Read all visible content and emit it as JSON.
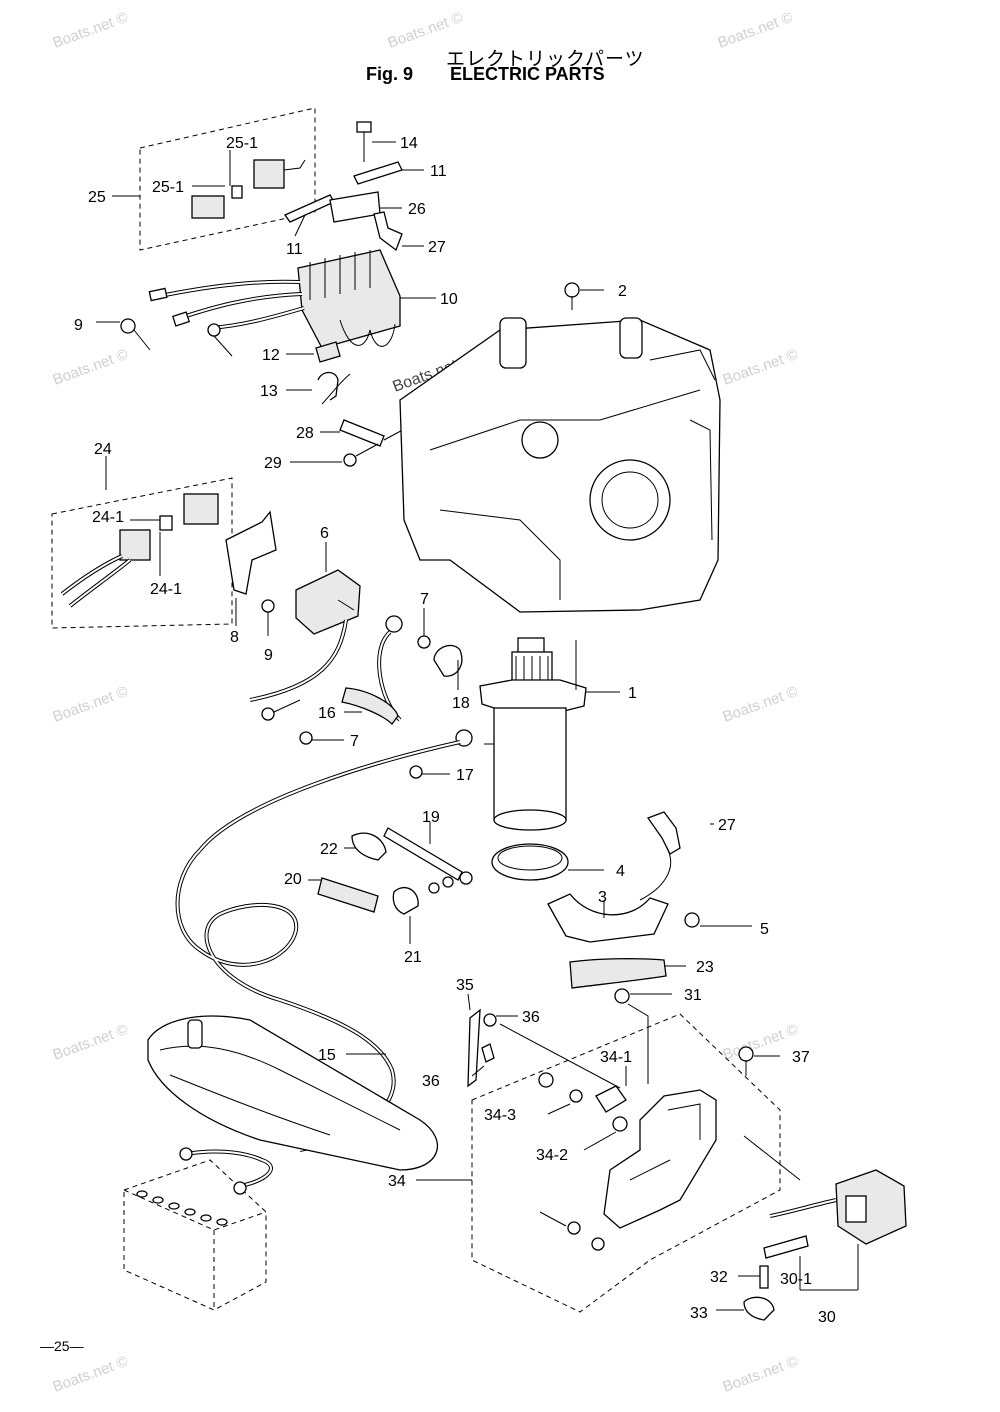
{
  "header": {
    "title_jp": "エレクトリックパーツ",
    "fig_label": "Fig. 9",
    "title_en": "ELECTRIC PARTS"
  },
  "page_number": "―25―",
  "watermark": "Boats.net ©",
  "callouts": {
    "c1": "1",
    "c2": "2",
    "c3": "3",
    "c4": "4",
    "c5": "5",
    "c6": "6",
    "c7a": "7",
    "c7b": "7",
    "c8": "8",
    "c9a": "9",
    "c9b": "9",
    "c10": "10",
    "c11a": "11",
    "c11b": "11",
    "c12": "12",
    "c13": "13",
    "c14": "14",
    "c15": "15",
    "c16": "16",
    "c17": "17",
    "c18": "18",
    "c19": "19",
    "c20": "20",
    "c21": "21",
    "c22": "22",
    "c23": "23",
    "c24": "24",
    "c24_1a": "24-1",
    "c24_1b": "24-1",
    "c25": "25",
    "c25_1a": "25-1",
    "c25_1b": "25-1",
    "c26": "26",
    "c27a": "27",
    "c27b": "27",
    "c28": "28",
    "c29": "29",
    "c30": "30",
    "c30_1": "30-1",
    "c31": "31",
    "c32": "32",
    "c33": "33",
    "c34": "34",
    "c34_1": "34-1",
    "c34_2": "34-2",
    "c34_3": "34-3",
    "c35": "35",
    "c36a": "36",
    "c36b": "36",
    "c37": "37"
  }
}
